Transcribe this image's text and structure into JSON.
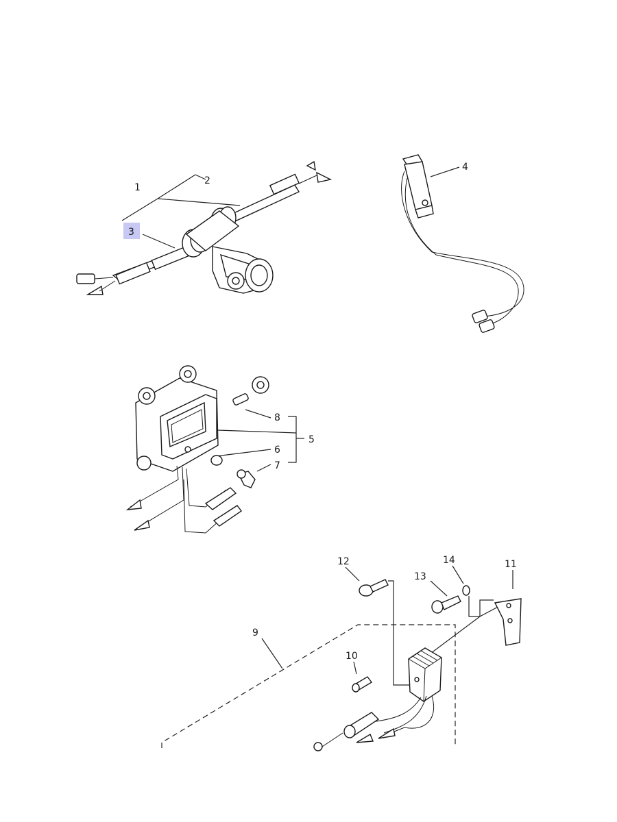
{
  "callouts": {
    "c1": "1",
    "c2": "2",
    "c3": "3",
    "c4": "4",
    "c5": "5",
    "c6": "6",
    "c7": "7",
    "c8": "8",
    "c9": "9",
    "c10": "10",
    "c11": "11",
    "c12": "12",
    "c13": "13",
    "c14": "14"
  },
  "highlighted_callout": "3",
  "colors": {
    "highlight": "#c8c8f4",
    "linework": "#1a1a1a",
    "background": "#ffffff"
  }
}
